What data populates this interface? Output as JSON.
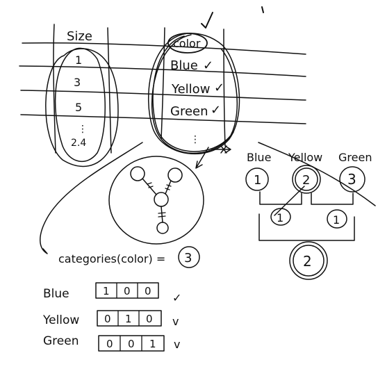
{
  "table": {
    "size_header": "Size",
    "size_values": [
      "1",
      "3",
      "5",
      "⋮",
      "2.4"
    ],
    "color_header": "color",
    "color_values": [
      "Blue",
      "Yellow",
      "Green"
    ],
    "continuation": "⋮",
    "check_mark": "✓"
  },
  "mapping": {
    "labels": [
      "Blue",
      "Yellow",
      "Green"
    ],
    "indices": [
      "1",
      "2",
      "3"
    ],
    "pair_sums": [
      "1",
      "1"
    ],
    "result": "2"
  },
  "categories_line": {
    "text": "categories(color) =",
    "value": "3"
  },
  "one_hot": {
    "rows": [
      {
        "label": "Blue",
        "bits": [
          "1",
          "0",
          "0"
        ],
        "mark": "✓"
      },
      {
        "label": "Yellow",
        "bits": [
          "0",
          "1",
          "0"
        ],
        "mark": "v"
      },
      {
        "label": "Green",
        "bits": [
          "0",
          "0",
          "1"
        ],
        "mark": "v"
      }
    ]
  }
}
